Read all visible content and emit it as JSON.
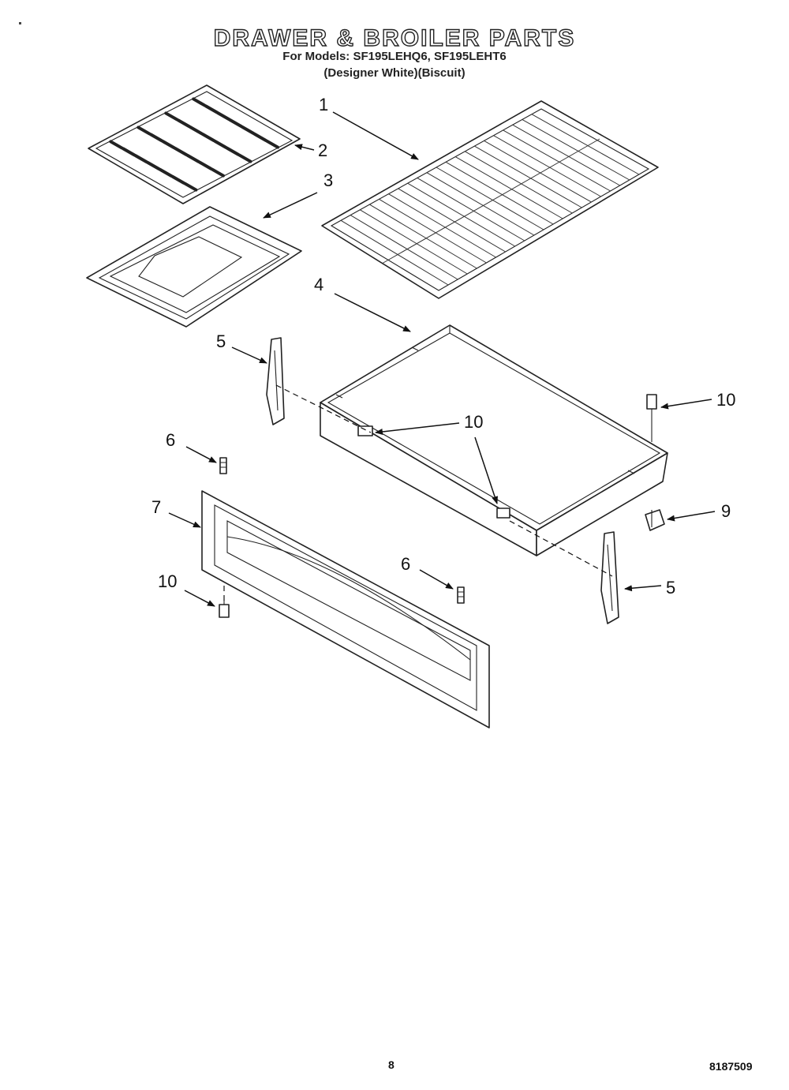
{
  "header": {
    "title": "DRAWER & BROILER PARTS",
    "models_line": "For Models: SF195LEHQ6, SF195LEHT6",
    "colors_line": "(Designer White)(Biscuit)"
  },
  "callouts": [
    {
      "id": "c1",
      "label": "1"
    },
    {
      "id": "c2",
      "label": "2"
    },
    {
      "id": "c3",
      "label": "3"
    },
    {
      "id": "c4",
      "label": "4"
    },
    {
      "id": "c5a",
      "label": "5"
    },
    {
      "id": "c5b",
      "label": "5"
    },
    {
      "id": "c6a",
      "label": "6"
    },
    {
      "id": "c6b",
      "label": "6"
    },
    {
      "id": "c7",
      "label": "7"
    },
    {
      "id": "c9",
      "label": "9"
    },
    {
      "id": "c10a",
      "label": "10"
    },
    {
      "id": "c10b",
      "label": "10"
    },
    {
      "id": "c10c",
      "label": "10"
    }
  ],
  "footer": {
    "page_number": "8",
    "document_number": "8187509"
  }
}
